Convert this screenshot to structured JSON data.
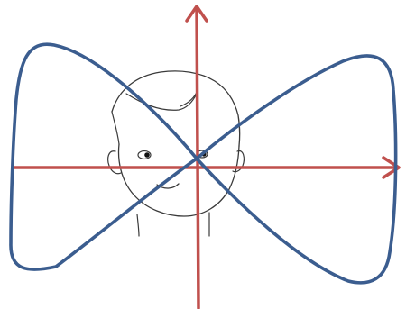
{
  "diagram": {
    "elements": {
      "face": "cartoon-boy-face",
      "horizontal_axis": "arrow-right",
      "vertical_axis": "arrow-up",
      "curve": "bowtie-curve"
    },
    "colors": {
      "background": "#ffffff",
      "axis": "#c0504d",
      "curve": "#3b5d8f",
      "face_line": "#3a3a3a",
      "pupil": "#111111"
    }
  }
}
